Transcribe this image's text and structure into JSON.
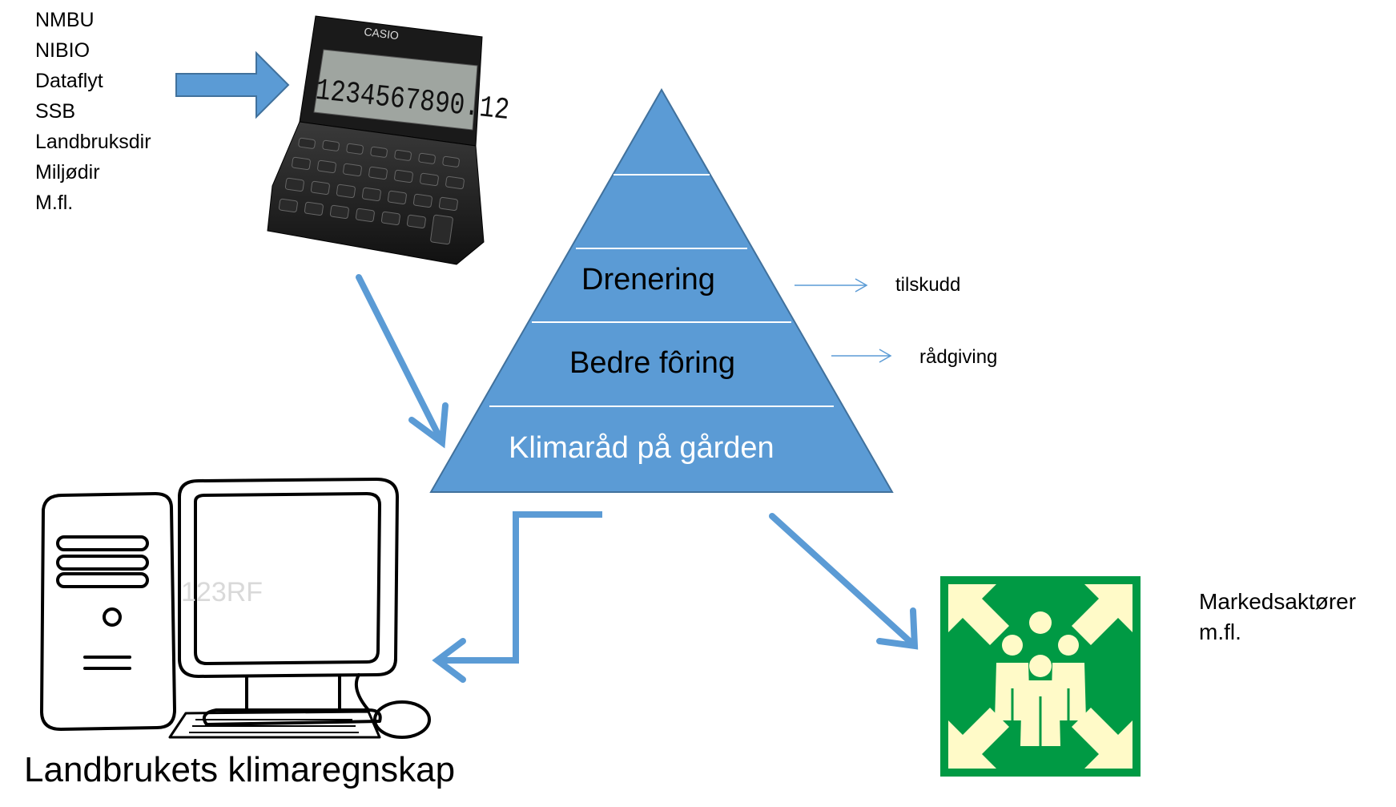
{
  "sources": [
    "NMBU",
    "NIBIO",
    "Dataflyt",
    "SSB",
    "Landbruksdir",
    "Miljødir",
    "M.fl."
  ],
  "calculator": {
    "brand": "CASIO",
    "display": "1234567890.12"
  },
  "pyramid": {
    "tiers": [
      {
        "label": ""
      },
      {
        "label": ""
      },
      {
        "label": "Drenering"
      },
      {
        "label": "Bedre fôring"
      },
      {
        "label": "Klimaråd på gården"
      }
    ],
    "side_notes": [
      "tilskudd",
      "rådgiving"
    ]
  },
  "computer": {
    "caption": "Landbrukets klimaregnskap",
    "watermark": "123RF"
  },
  "market": {
    "lines": [
      "Markedsaktører",
      "m.fl."
    ]
  },
  "colors": {
    "accent": "#5b9bd5",
    "pyramid_fill": "#5b9bd5",
    "pyramid_stroke": "#41719c",
    "assembly_green": "#009a44",
    "assembly_cream": "#fffac8"
  },
  "icons": [
    "calculator-icon",
    "computer-icon",
    "assembly-point-icon"
  ]
}
